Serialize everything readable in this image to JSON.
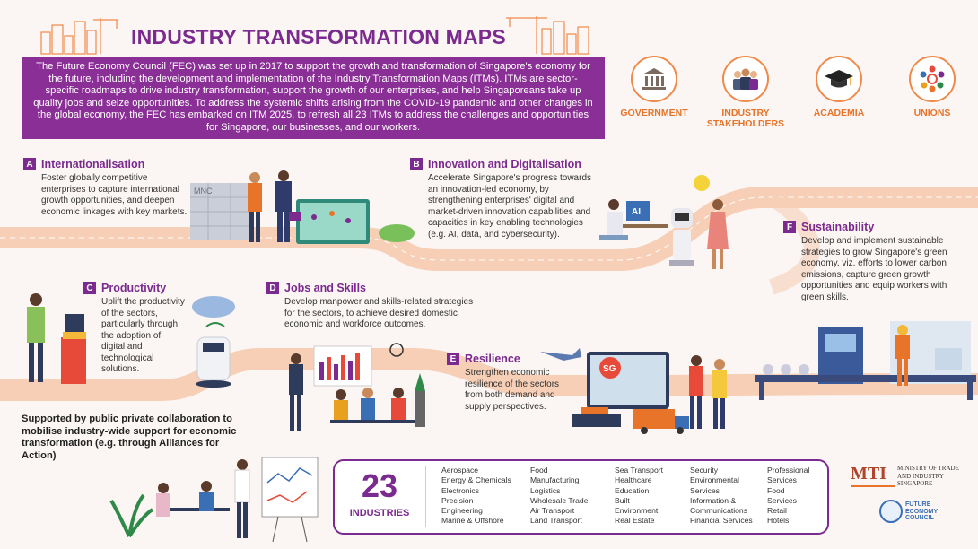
{
  "title": "INDUSTRY TRANSFORMATION MAPS",
  "intro": "The Future Economy Council (FEC) was set up in 2017 to support the growth and transformation of Singapore's economy for the future, including the development and implementation of the Industry Transformation Maps (ITMs). ITMs are sector-specific roadmaps to drive industry transformation, support the growth of our enterprises, and help Singaporeans take up quality jobs and seize opportunities. To address the systemic shifts arising from the COVID-19 pandemic and other changes in the global economy, the FEC has embarked on ITM 2025, to refresh all 23 ITMs to address the challenges and opportunities for Singapore, our businesses, and our workers.",
  "stakeholders": [
    {
      "label": "GOVERNMENT",
      "icon": "government-building-icon"
    },
    {
      "label": "INDUSTRY STAKEHOLDERS",
      "icon": "people-group-icon"
    },
    {
      "label": "ACADEMIA",
      "icon": "graduation-cap-icon"
    },
    {
      "label": "UNIONS",
      "icon": "unions-circle-icon"
    }
  ],
  "sections": {
    "a": {
      "letter": "A",
      "title": "Internationalisation",
      "text": "Foster globally competitive enterprises to capture international growth opportunities, and deepen economic linkages with key markets."
    },
    "b": {
      "letter": "B",
      "title": "Innovation and Digitalisation",
      "text": "Accelerate Singapore's progress towards an innovation-led economy, by strengthening enterprises' digital and market-driven innovation capabilities and capacities in key enabling technologies (e.g. AI, data, and cybersecurity)."
    },
    "c": {
      "letter": "C",
      "title": "Productivity",
      "text": "Uplift the productivity of the sectors, particularly through the adoption of digital and technological solutions."
    },
    "d": {
      "letter": "D",
      "title": "Jobs and Skills",
      "text": "Develop manpower and skills-related strategies for the sectors, to achieve desired domestic economic and workforce outcomes."
    },
    "e": {
      "letter": "E",
      "title": "Resilience",
      "text": "Strengthen economic resilience of the sectors from both demand and supply perspectives."
    },
    "f": {
      "letter": "F",
      "title": "Sustainability",
      "text": "Develop and implement sustainable strategies to grow Singapore's green economy, viz. efforts to lower carbon emissions, capture green growth opportunities and equip workers with green skills."
    }
  },
  "illustration_labels": {
    "mnc": "MNC",
    "ai": "AI",
    "sg": "SG"
  },
  "support_text": "Supported by public private collaboration to mobilise industry-wide support for economic transformation (e.g. through Alliances for Action)",
  "industries": {
    "count": "23",
    "label": "INDUSTRIES",
    "columns": [
      [
        "Aerospace",
        "Energy & Chemicals",
        "Electronics",
        "Precision Engineering",
        "Marine & Offshore"
      ],
      [
        "Food Manufacturing",
        "Logistics",
        "Wholesale Trade",
        "Air Transport",
        "Land Transport"
      ],
      [
        "Sea Transport",
        "Healthcare",
        "Education",
        "Built Environment",
        "Real Estate"
      ],
      [
        "Security",
        "Environmental Services",
        "Information & Communications",
        "Financial Services"
      ],
      [
        "Professional Services",
        "Food Services",
        "Retail",
        "Hotels"
      ]
    ]
  },
  "mti": {
    "logo": "MTI",
    "name": "MINISTRY OF TRADE AND INDUSTRY",
    "country": "SINGAPORE"
  },
  "fec": {
    "line1": "FUTURE",
    "line2": "ECONOMY",
    "line3": "COUNCIL"
  },
  "colors": {
    "purple": "#7b2a8f",
    "orange": "#f08a4a",
    "road": "#f6cfb6"
  }
}
